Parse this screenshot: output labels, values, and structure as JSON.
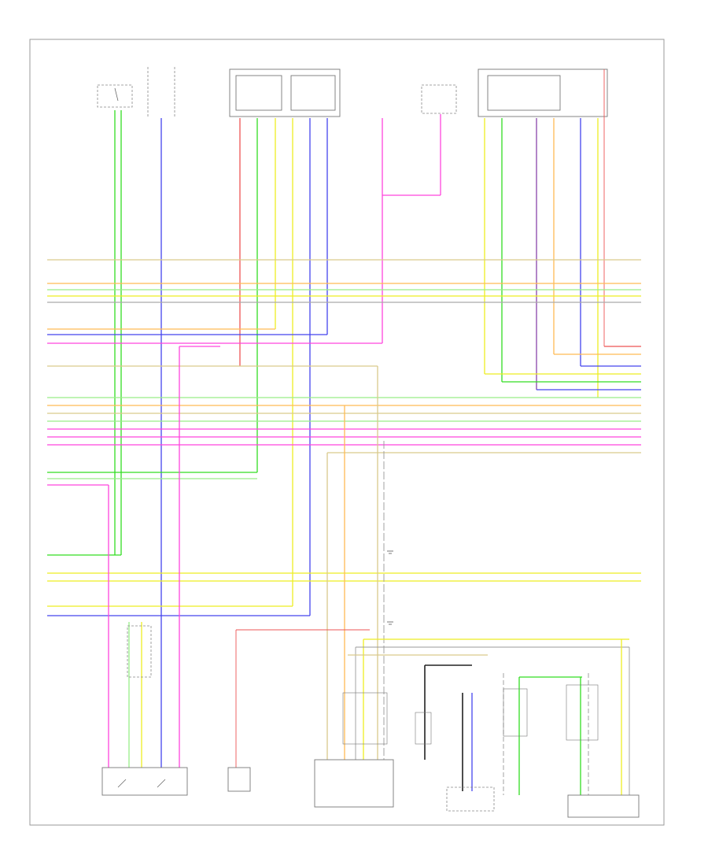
{
  "diagram": {
    "page_number": "",
    "components": [
      {
        "id": "brake-pedal-position-switch",
        "label": ""
      },
      {
        "id": "steering-wheel-switch",
        "label": ""
      },
      {
        "id": "climate-control-assembly",
        "label": ""
      },
      {
        "id": "data-link-connector",
        "label": ""
      },
      {
        "id": "ignition-switch",
        "label": ""
      },
      {
        "id": "instrument-cluster",
        "label": ""
      },
      {
        "id": "brake-fluid-level-switch",
        "label": ""
      },
      {
        "id": "parking-brake-switch",
        "label": ""
      },
      {
        "id": "fuel-pump-control-module",
        "label": ""
      },
      {
        "id": "instrument-panel-module",
        "label": ""
      },
      {
        "id": "fuel-pump-assembly",
        "label": ""
      }
    ],
    "notes": [
      {
        "id": "note-1",
        "text": ""
      },
      {
        "id": "note-2",
        "text": ""
      },
      {
        "id": "note-3",
        "text": ""
      },
      {
        "id": "note-4",
        "text": ""
      }
    ],
    "wire_colors": {
      "green": "#33dd22",
      "blue": "#4444ee",
      "pink": "#ff44dd",
      "yellow": "#eeee22",
      "orange": "#ffbb55",
      "tan": "#d9c98c",
      "violet": "#8844aa",
      "red": "#ee5555",
      "lightgreen": "#99ee88",
      "gray": "#aaaaaa",
      "black": "#222222"
    }
  }
}
